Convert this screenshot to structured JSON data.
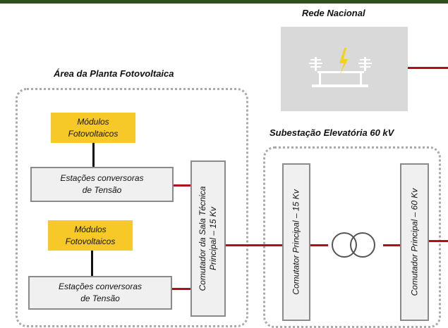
{
  "diagram": {
    "national_grid_title": "Rede Nacional",
    "plant_area_title": "Área da Planta Fotovoltaica",
    "substation_title": "Subestação Elevatória  60 kV",
    "modules_1": [
      "Módulos",
      "Fotovoltaicos"
    ],
    "modules_2": [
      "Módulos",
      "Fotovoltaicos"
    ],
    "station_1": [
      "Estações  conversoras",
      "de Tensão"
    ],
    "station_2": [
      "Estações  conversoras",
      "de Tensão"
    ],
    "switch_main_room": [
      "Comutador da Sala Técnica",
      "Principal – 15 Kv"
    ],
    "switch_15kv": "Comutator Principal – 15 Kv",
    "switch_60kv": "Comutador Principal – 60 Kv",
    "colors": {
      "module_fill": "#f7c928",
      "line_red": "#b0101a",
      "frame_gray": "#a9a9a9",
      "icon_yellow": "#f2d31a"
    },
    "icons": {
      "grid_icon": "substation-tower-icon",
      "transformer": "transformer-icon"
    }
  }
}
